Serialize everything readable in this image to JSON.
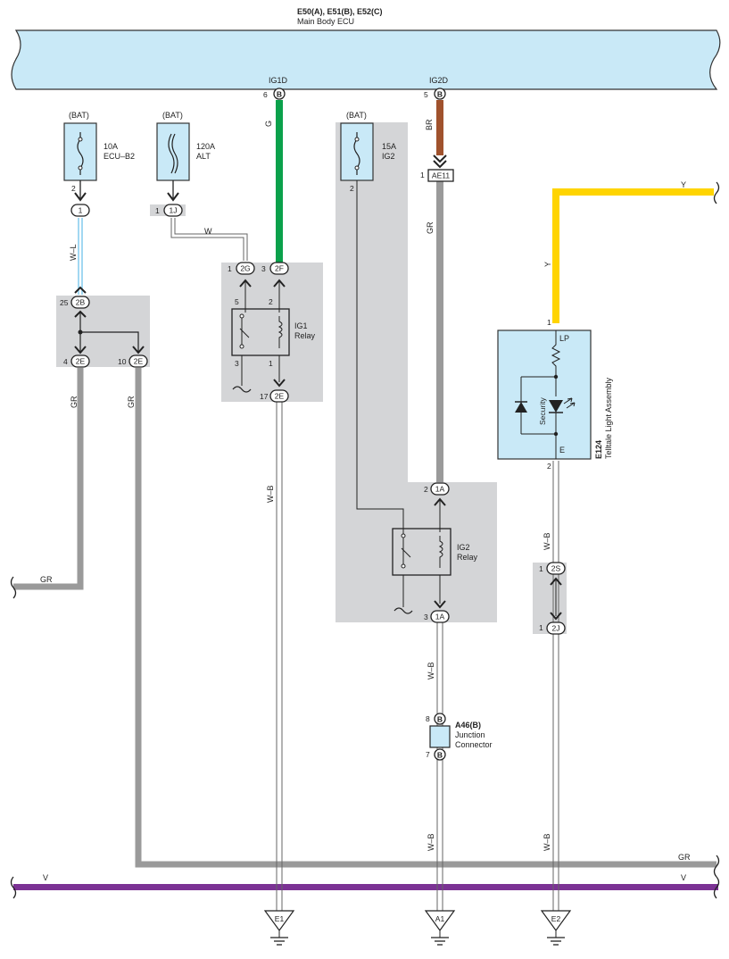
{
  "header": {
    "connectors": "E50(A), E51(B), E52(C)",
    "name": "Main Body ECU"
  },
  "ecu_terminals": [
    {
      "name": "IG1D",
      "pin": "6",
      "conn": "B"
    },
    {
      "name": "IG2D",
      "pin": "5",
      "conn": "B"
    }
  ],
  "fuses": [
    {
      "source": "(BAT)",
      "rating": "10A",
      "name": "ECU–B2",
      "out_pin": "2",
      "conn": "1"
    },
    {
      "source": "(BAT)",
      "rating": "120A",
      "name": "ALT",
      "out_pin": "1",
      "conn": "1J"
    },
    {
      "source": "(BAT)",
      "rating": "15A",
      "name": "IG2",
      "out_pin": "2"
    }
  ],
  "junctions": {
    "j2b": {
      "pin": "25",
      "conn": "2B"
    },
    "j2e_a": {
      "pin": "4",
      "conn": "2E"
    },
    "j2e_b": {
      "pin": "10",
      "conn": "2E"
    },
    "ae11": {
      "pin": "1",
      "conn": "AE11"
    },
    "j1a_in": {
      "pin": "2",
      "conn": "1A"
    },
    "j1a_out": {
      "pin": "3",
      "conn": "1A"
    },
    "j2s": {
      "pin": "1",
      "conn": "2S"
    },
    "j2j": {
      "pin": "1",
      "conn": "2J"
    }
  },
  "ig1_relay": {
    "label1": "IG1",
    "label2": "Relay",
    "in_w": {
      "pin": "1",
      "conn": "2G"
    },
    "in_g": {
      "pin": "3",
      "conn": "2F"
    },
    "out": {
      "pin": "17",
      "conn": "2E"
    },
    "p5": "5",
    "p2": "2",
    "p3": "3",
    "p1": "1"
  },
  "ig2_relay": {
    "label1": "IG2",
    "label2": "Relay"
  },
  "junction_connector": {
    "code": "A46(B)",
    "name1": "Junction",
    "name2": "Connector",
    "pin_top": "8",
    "pin_bottom": "7",
    "conn": "B"
  },
  "telltale": {
    "code": "E124",
    "name": "Telltale Light Assembly",
    "lp": "LP",
    "e": "E",
    "security": "Security",
    "pin_in": "1",
    "pin_out": "2"
  },
  "wires": {
    "g": "G",
    "br": "BR",
    "wl": "W–L",
    "w": "W",
    "gr": "GR",
    "y": "Y",
    "wb": "W–B",
    "v": "V"
  },
  "grounds": [
    "E1",
    "A1",
    "E2"
  ],
  "colors": {
    "ecu_fill": "#c9e9f7",
    "green": "#0aa14b",
    "brown": "#a0522d",
    "yellow": "#ffd400",
    "purple": "#7b3294",
    "gray": "#9a9a9a",
    "light_blue": "#6fc4ea",
    "panel": "#d4d5d7"
  }
}
